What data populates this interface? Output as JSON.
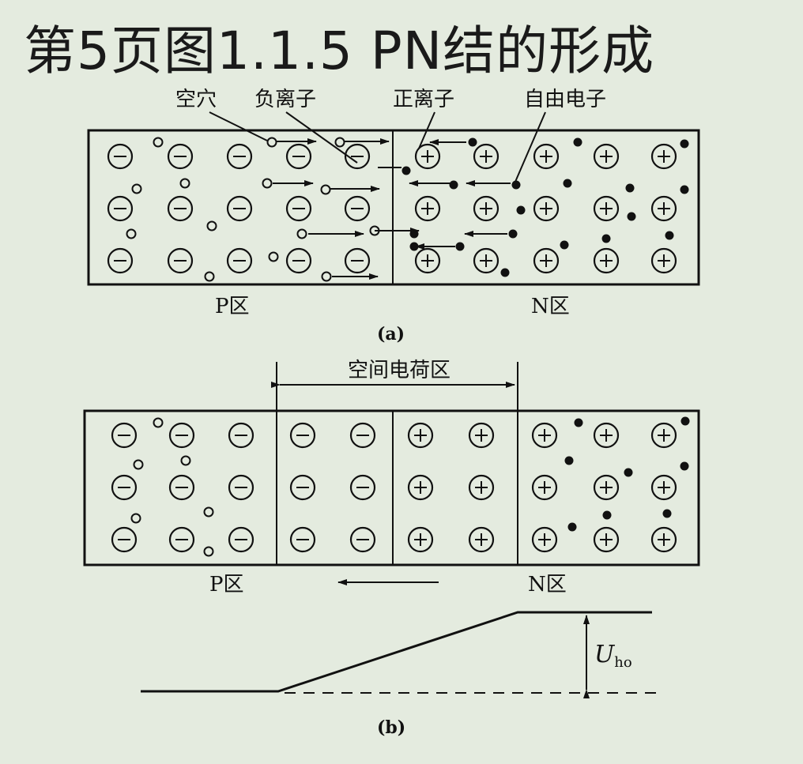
{
  "title": "第5页图1.1.5 PN结的形成",
  "diagram_a": {
    "labels": {
      "hole": "空穴",
      "negative_ion": "负离子",
      "positive_ion": "正离子",
      "free_electron": "自由电子"
    },
    "p_region_label": "P区",
    "n_region_label": "N区",
    "caption": "(a)"
  },
  "diagram_b": {
    "space_charge_label": "空间电荷区",
    "p_region_label": "P区",
    "n_region_label": "N区",
    "caption": "(b)",
    "potential_label_main": "U",
    "potential_label_sub": "ho"
  },
  "symbols": {
    "minus": "−",
    "plus": "+"
  }
}
